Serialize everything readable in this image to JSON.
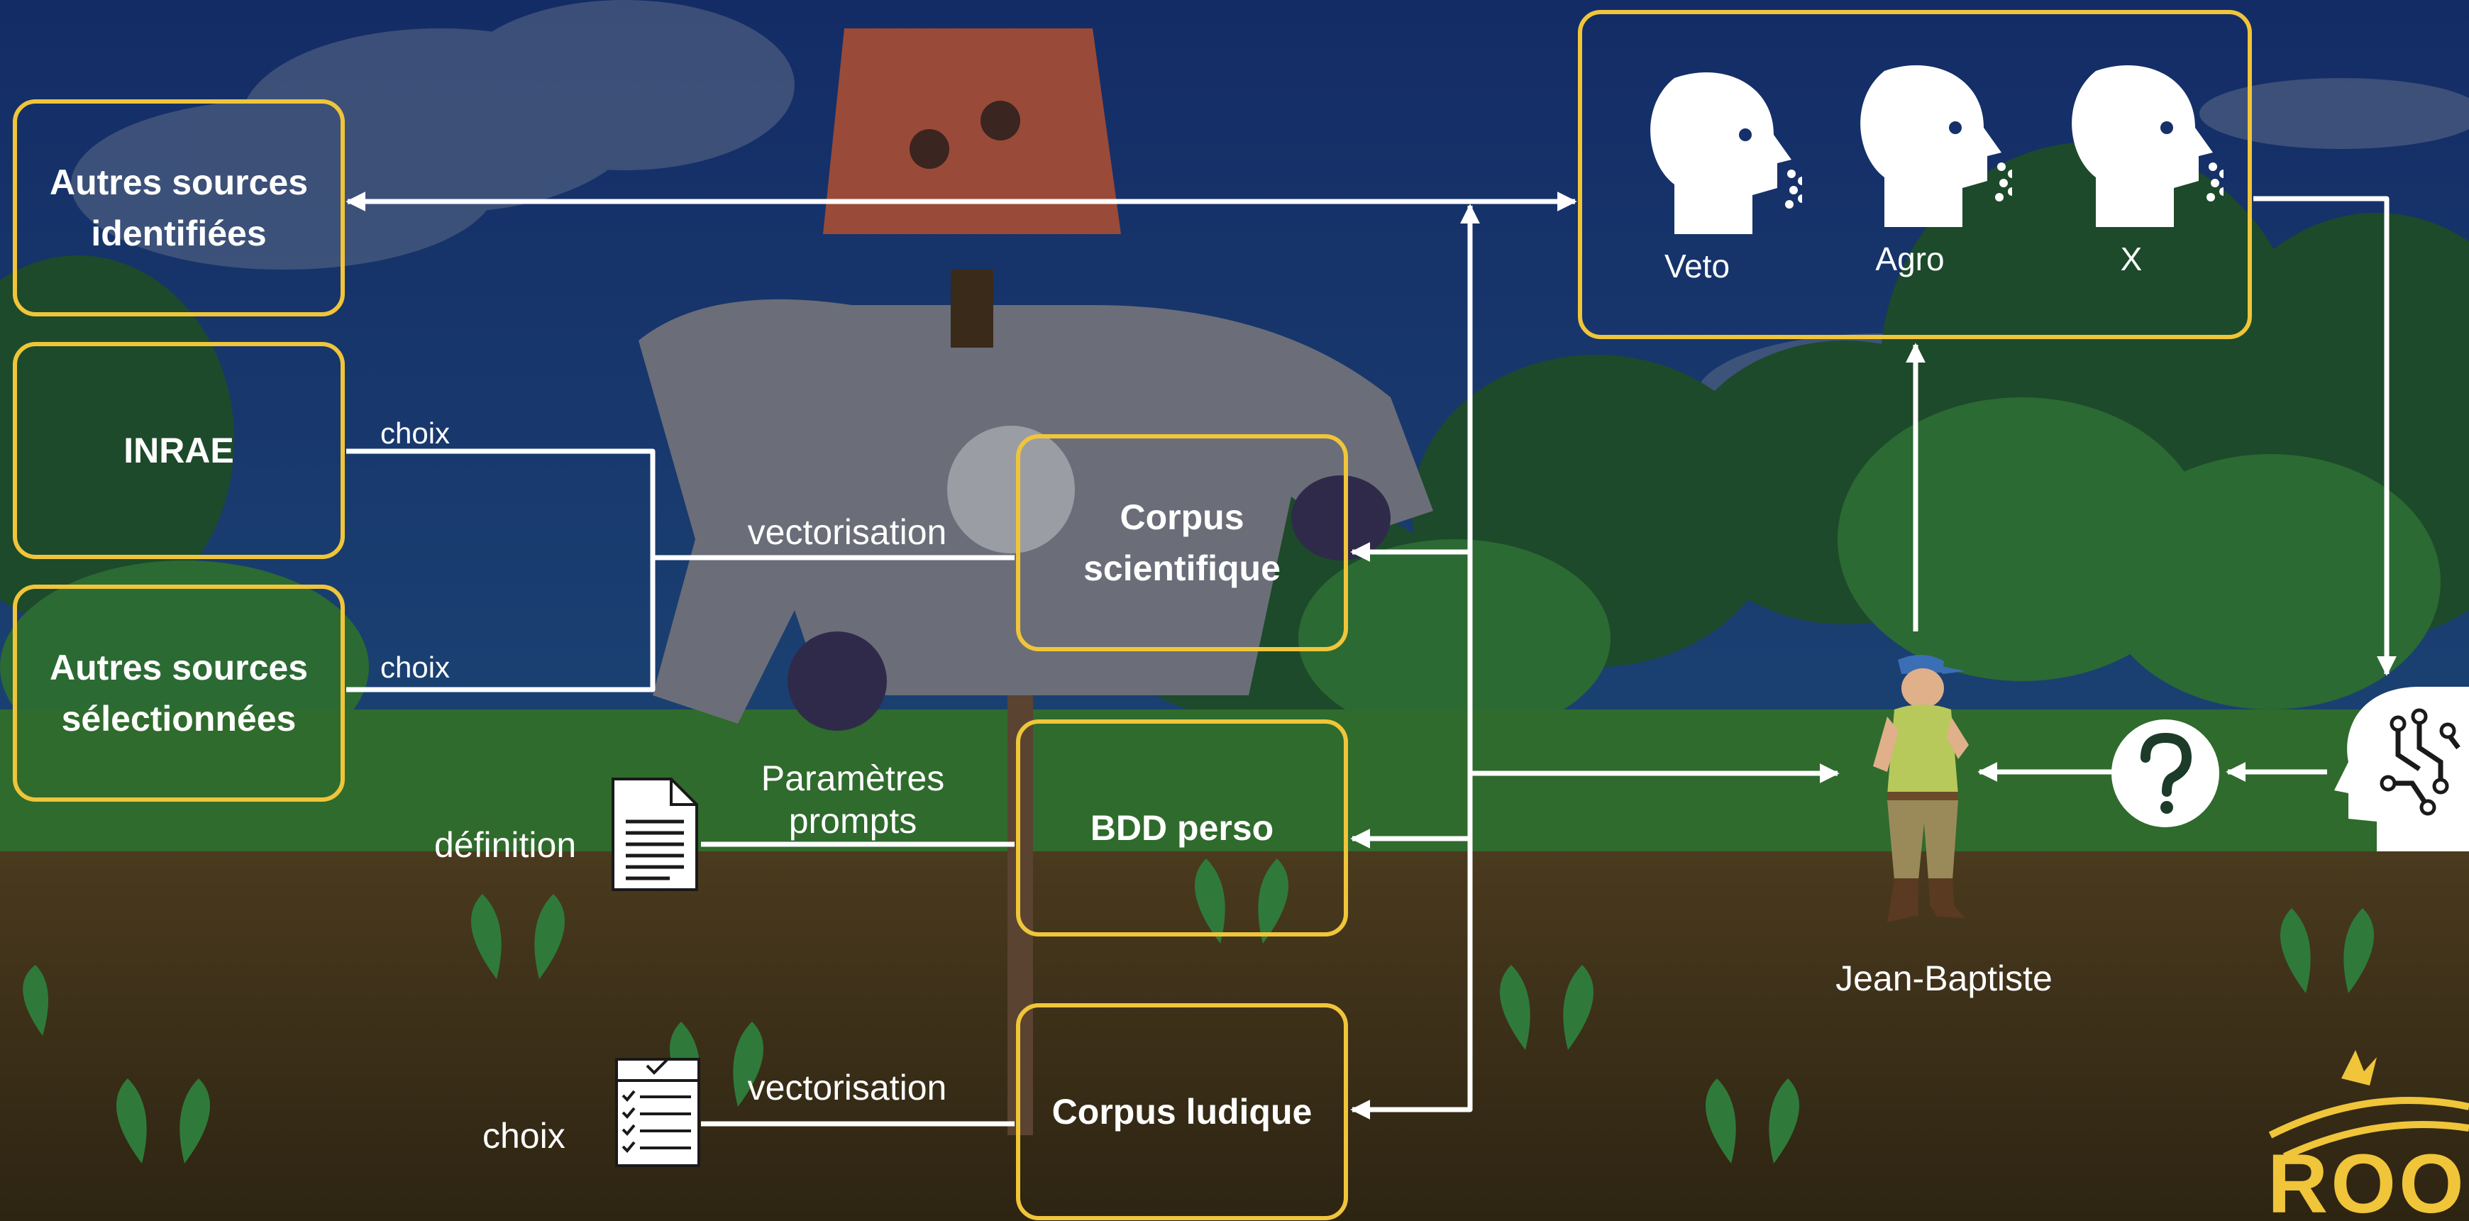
{
  "boxes": {
    "autres_identifiees": "Autres sources\nidentifiées",
    "inrae": "INRAE",
    "autres_selectionnees": "Autres sources\nsélectionnées",
    "corpus_scientifique": "Corpus\nscientifique",
    "bdd_perso": "BDD perso",
    "corpus_ludique": "Corpus ludique"
  },
  "experts": [
    {
      "label": "Veto"
    },
    {
      "label": "Agro"
    },
    {
      "label": "X"
    }
  ],
  "labels": {
    "choix_inrae": "choix",
    "choix_autres": "choix",
    "vectorisation_sci": "vectorisation",
    "parametres": "Paramètres",
    "prompts": "prompts",
    "definition": "définition",
    "vectorisation_lud": "vectorisation",
    "choix_ludique": "choix",
    "farmer": "Jean-Baptiste"
  },
  "logo_text": "ROO",
  "colors": {
    "box_border": "#f0c53a",
    "line": "#ffffff",
    "sky": "#15306b",
    "logo": "#f0c53a"
  },
  "icons": [
    "document-icon",
    "checklist-icon",
    "question-icon",
    "ai-head-icon",
    "expert-head-icon",
    "farmer-figure",
    "scarecrow-illustration"
  ]
}
